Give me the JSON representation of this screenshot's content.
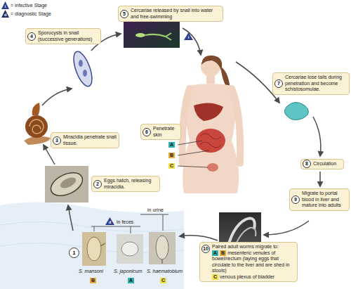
{
  "diagram": {
    "nodes": [
      {
        "text": [
          "5",
          "Cercariae released by snail into water and free-swimming"
        ]
      },
      {
        "text": [
          "4",
          "Sporocysts in snail (successive generations)"
        ]
      },
      {
        "text": [
          "7",
          "Cercariae lose tails during penetration and become schistosomulae."
        ]
      },
      {
        "text": [
          "6",
          "Penetrate skin"
        ]
      },
      {
        "text": [
          "3",
          "Miracidia penetrate snail tissue."
        ]
      },
      {
        "text": [
          "8",
          "Circulation"
        ]
      },
      {
        "text": [
          "2",
          "Eggs hatch, releasing miracidia."
        ]
      },
      {
        "text": [
          "9",
          "Migrate to portal blood in liver and mature into adults"
        ]
      },
      {
        "text": [
          "10",
          "Paired adult worms migrate to:",
          "A",
          "B",
          "mesenteric venules of bowel/rectum (laying eggs that circulate to the liver and are shed in stools)",
          "C",
          "venous plexus of bladder"
        ]
      },
      {
        "text": [
          "1"
        ]
      }
    ],
    "labels": [
      "i",
      "d",
      "i",
      "A",
      "B",
      "C",
      "in urine",
      "d",
      "in feces",
      "S. mansoni",
      "B",
      "S. japonicum",
      "A",
      "S. haematobium",
      "C"
    ],
    "legend": [
      {
        "text": "= infective Stage",
        "color": "#2b3f8f"
      },
      {
        "text": "= diagnostic Stage",
        "color": "#1f2d66"
      }
    ]
  }
}
